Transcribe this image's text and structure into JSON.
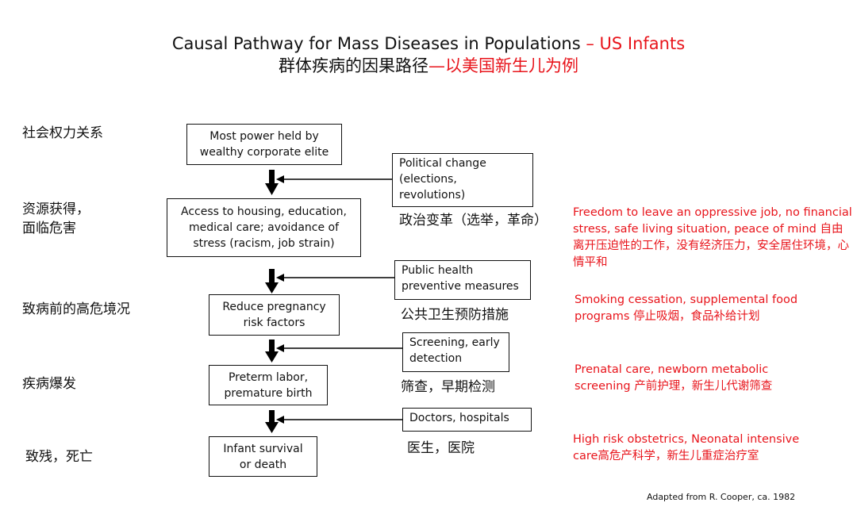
{
  "title": {
    "line1_black": "Causal Pathway for Mass Diseases in Populations ",
    "line1_red": "– US Infants",
    "line2_black": "群体疾病的因果路径",
    "line2_red": "—以美国新生儿为例"
  },
  "levels": {
    "social_power": "社会权力关系",
    "resources": "资源获得，\n面临危害",
    "high_risk": "致病前的高危境况",
    "disease_onset": "疾病爆发",
    "disability_death": "致残，死亡"
  },
  "pathway": {
    "box1": "Most power held by\nwealthy corporate elite",
    "box2": "Access to housing, education,\nmedical care; avoidance of\nstress (racism, job strain)",
    "box3": "Reduce pregnancy\nrisk factors",
    "box4": "Preterm labor,\npremature birth",
    "box5": "Infant survival\nor death"
  },
  "interventions": {
    "political": {
      "box": "Political change\n(elections,\nrevolutions)",
      "cn": "政治变革（选举，革命）",
      "note": "Freedom to leave an oppressive job, no financial stress, safe living situation, peace of mind 自由离开压迫性的工作，没有经济压力，安全居住环境，心情平和"
    },
    "public_health": {
      "box": "Public health\npreventive measures",
      "cn": "公共卫生预防措施",
      "note": "Smoking cessation, supplemental food programs 停止吸烟，食品补给计划"
    },
    "screening": {
      "box": "Screening, early\ndetection",
      "cn": "筛查，早期检测",
      "note": "Prenatal care, newborn metabolic screening 产前护理，新生儿代谢筛查"
    },
    "doctors": {
      "box": "Doctors, hospitals",
      "cn": "医生，医院",
      "note": "High risk obstetrics, Neonatal intensive care高危产科学，新生儿重症治疗室"
    }
  },
  "credit": "Adapted from R. Cooper, ca. 1982",
  "colors": {
    "accent_red": "#e8141b",
    "ink": "#111111"
  }
}
